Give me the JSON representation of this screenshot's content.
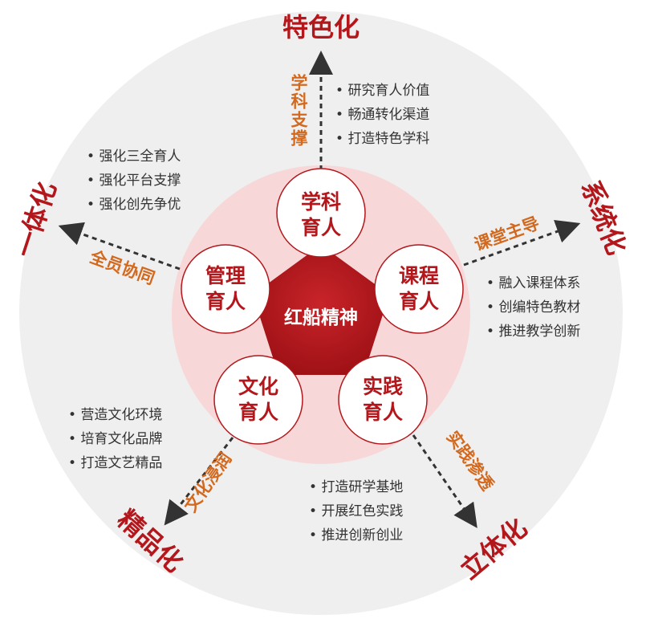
{
  "core": "红船精神",
  "nodes": {
    "top": [
      "学科",
      "育人"
    ],
    "right": [
      "课程",
      "育人"
    ],
    "bottom_right": [
      "实践",
      "育人"
    ],
    "bottom_left": [
      "文化",
      "育人"
    ],
    "left": [
      "管理",
      "育人"
    ]
  },
  "branches": {
    "top": {
      "goal": "特色化",
      "path": "学科支撑",
      "bullets": [
        "研究育人价值",
        "畅通转化渠道",
        "打造特色学科"
      ]
    },
    "right": {
      "goal": "系统化",
      "path": "课堂主导",
      "bullets": [
        "融入课程体系",
        "创编特色教材",
        "推进教学创新"
      ]
    },
    "bottom_right": {
      "goal": "立体化",
      "path": "实践渗透",
      "bullets": [
        "打造研学基地",
        "开展红色实践",
        "推进创新创业"
      ]
    },
    "bottom_left": {
      "goal": "精品化",
      "path": "文化浸润",
      "bullets": [
        "营造文化环境",
        "培育文化品牌",
        "打造文艺精品"
      ]
    },
    "left": {
      "goal": "一体化",
      "path": "全员协同",
      "bullets": [
        "强化三全育人",
        "强化平台支撑",
        "强化创先争优"
      ]
    }
  },
  "colors": {
    "red": "#b3171c",
    "orange": "#d2691e",
    "pink": "#f8d7d8",
    "grey": "#efefef"
  }
}
